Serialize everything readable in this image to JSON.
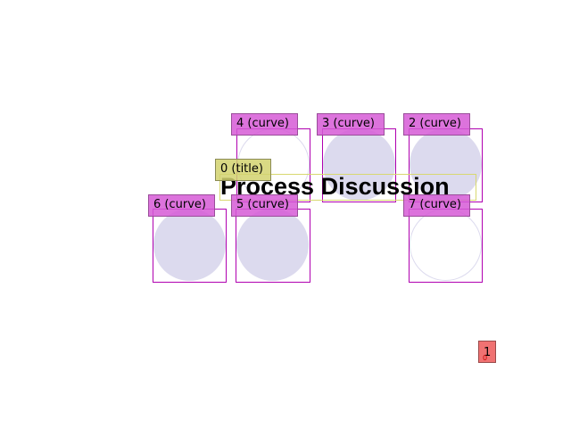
{
  "title": {
    "text": "Process Discussion",
    "tag": "0 (title)"
  },
  "curves": [
    {
      "tag": "4 (curve)"
    },
    {
      "tag": "3 (curve)"
    },
    {
      "tag": "2 (curve)"
    },
    {
      "tag": "6 (curve)"
    },
    {
      "tag": "5 (curve)"
    },
    {
      "tag": "7 (curve)"
    }
  ],
  "marker": {
    "label": "1",
    "sub": "0"
  },
  "colors": {
    "circle_fill": "#dcdaee",
    "box_border": "#b000b0",
    "curve_tag": "#d65ad6",
    "title_tag": "#d2d26e",
    "marker": "#f07272"
  }
}
